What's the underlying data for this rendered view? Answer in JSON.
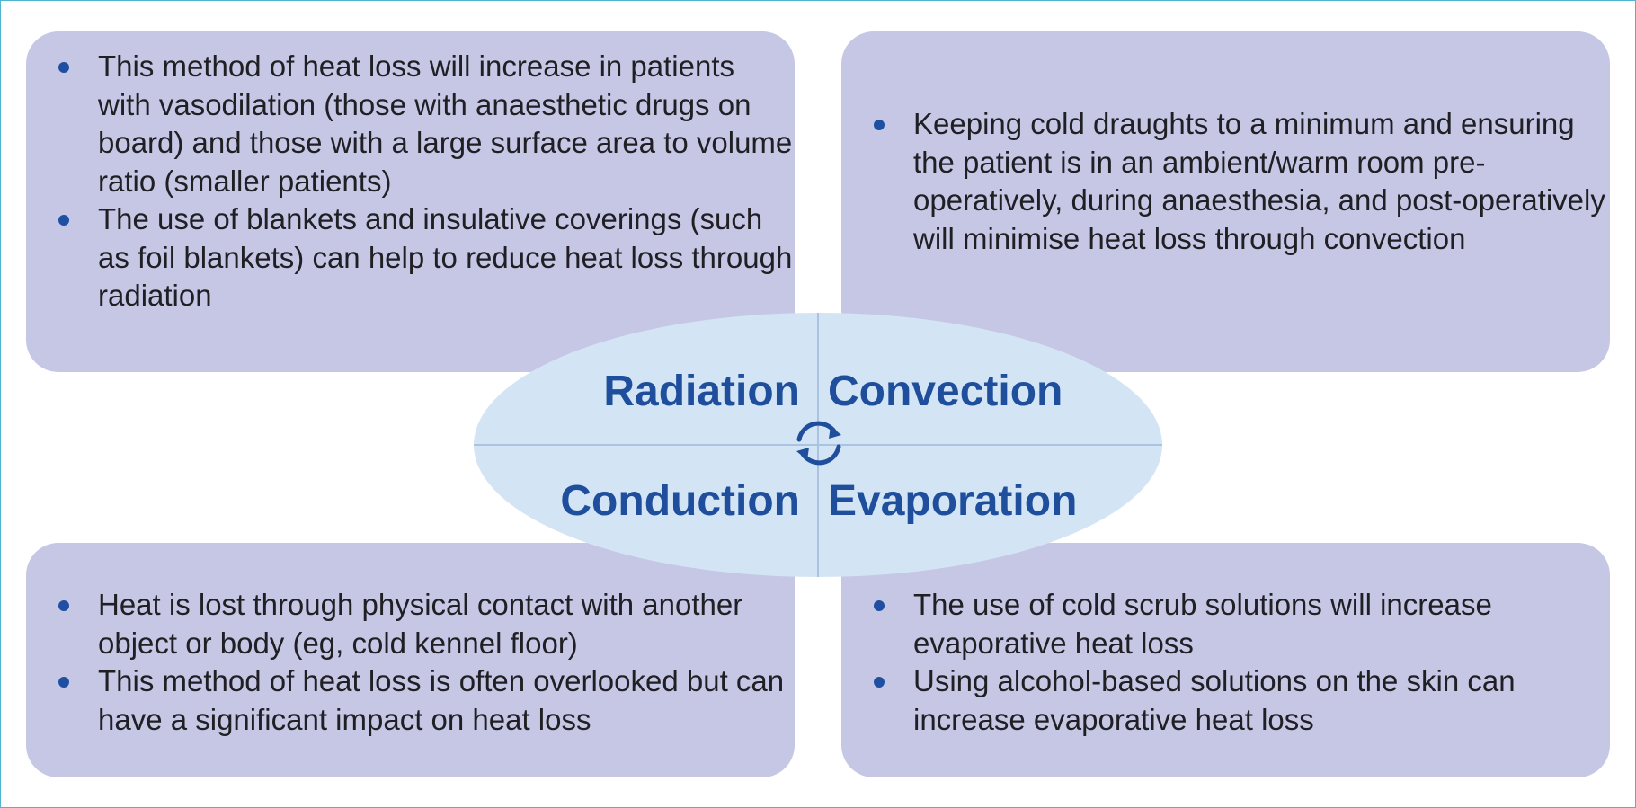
{
  "center": {
    "radiation": "Radiation",
    "convection": "Convection",
    "conduction": "Conduction",
    "evaporation": "Evaporation",
    "cycle_icon": "refresh-cycle-icon",
    "colors": {
      "ellipse": "#d3e5f5",
      "label": "#1e4e9c",
      "divider": "#a9c4e3",
      "panel": "#c5c7e5",
      "border": "#4fb3cf"
    }
  },
  "panels": {
    "top_left": [
      "This method of heat loss will increase in patients with vasodilation (those with anaesthetic drugs on board) and those with a large surface area to volume ratio (smaller patients)",
      "The use of blankets and insulative coverings (such as foil blankets) can help to reduce heat loss through radiation"
    ],
    "top_right": [
      "Keeping cold draughts to a minimum and ensuring the patient is in an ambient/warm room pre-operatively, during anaesthesia, and post-operatively will minimise heat loss through convection"
    ],
    "bottom_left": [
      "Heat is lost through physical contact with another object or body (eg, cold kennel floor)",
      "This method of heat loss is often overlooked but can have a significant impact on heat loss"
    ],
    "bottom_right": [
      "The use of cold scrub solutions will increase evaporative heat loss",
      "Using alcohol-based solutions on the skin can increase evaporative heat loss"
    ]
  }
}
